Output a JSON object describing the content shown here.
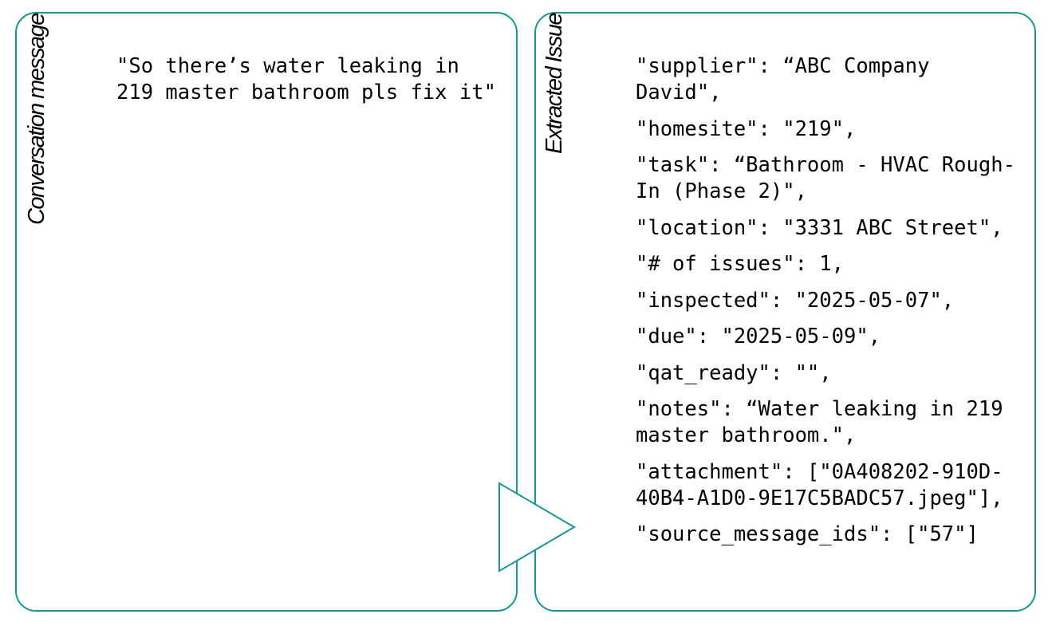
{
  "left_panel": {
    "label": "Conversation message",
    "message": "\"So there’s water leaking in 219 master bathroom pls fix it\""
  },
  "right_panel": {
    "label": "Extracted Issue",
    "fields": [
      "\"supplier\": “ABC Company David\",",
      "\"homesite\": \"219\",",
      "\"task\": “Bathroom - HVAC Rough-In (Phase 2)\",",
      "\"location\": \"3331 ABC Street\",",
      "\"# of issues\": 1,",
      "\"inspected\": \"2025-05-07\",",
      "\"due\": \"2025-05-09\",",
      "\"qat_ready\": \"\",",
      "\"notes\": “Water leaking in 219 master bathroom.\",",
      "\"attachment\": [\"0A408202-910D-40B4-A1D0-9E17C5BADC57.jpeg\"],",
      "\"source_message_ids\": [\"57\"]"
    ]
  },
  "colors": {
    "border": "#1a9494",
    "arrow_fill": "#ffffff"
  },
  "icons": {
    "arrow": "arrow-right-icon"
  }
}
